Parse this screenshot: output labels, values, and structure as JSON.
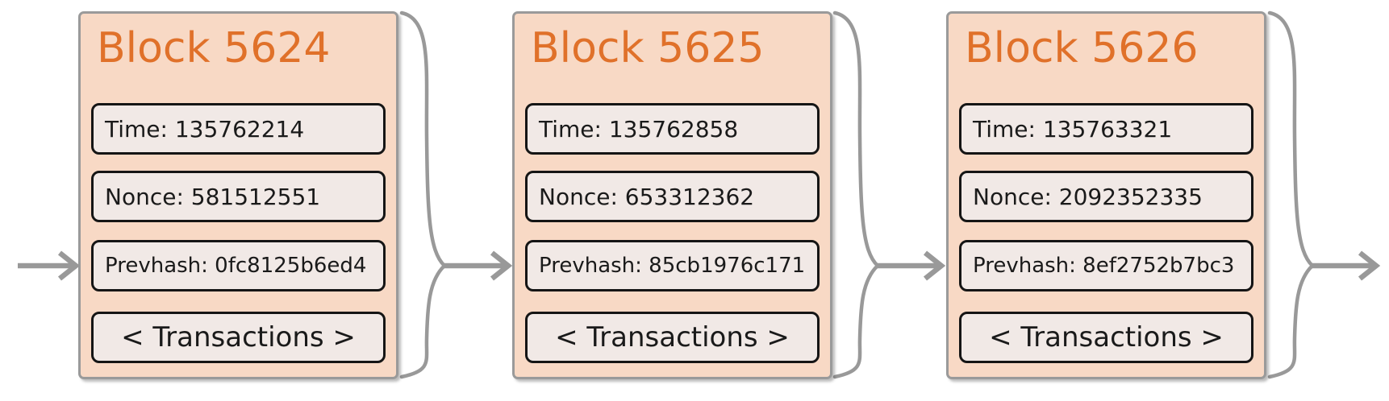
{
  "colors": {
    "background": "#ffffff",
    "block_fill": "#f8d9c5",
    "block_border": "#9a9a9a",
    "title_color": "#e0712a",
    "field_fill": "#f1e9e6",
    "field_border": "#151515",
    "field_text": "#1a1a1a",
    "connector": "#999999"
  },
  "blocks": [
    {
      "title": "Block 5624",
      "time": "Time: 135762214",
      "nonce": "Nonce: 581512551",
      "prevhash": "Prevhash: 0fc8125b6ed4",
      "transactions": "< Transactions >"
    },
    {
      "title": "Block 5625",
      "time": "Time: 135762858",
      "nonce": "Nonce: 653312362",
      "prevhash": "Prevhash: 85cb1976c171",
      "transactions": "< Transactions >"
    },
    {
      "title": "Block 5626",
      "time": "Time: 135763321",
      "nonce": "Nonce: 2092352335",
      "prevhash": "Prevhash: 8ef2752b7bc3",
      "transactions": "< Transactions >"
    }
  ]
}
